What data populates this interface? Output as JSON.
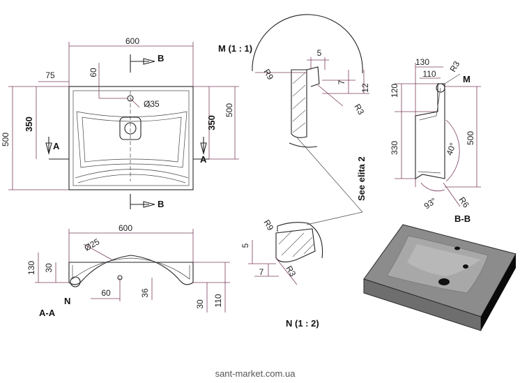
{
  "top_view": {
    "width": "600",
    "height": "500",
    "offset_left": "75",
    "hole_offset": "60",
    "hole_diameter": "Ø35",
    "half_depth_left": "350",
    "half_depth_right": "350",
    "depth_right": "500",
    "section_marker_a_left": "A",
    "section_marker_a_right": "A",
    "section_marker_b_top": "B",
    "section_marker_b_bottom": "B"
  },
  "section_aa": {
    "title": "A-A",
    "width": "600",
    "drain_diameter": "Ø25",
    "height_left": "130",
    "rim_left": "30",
    "drain_offset": "60",
    "drain_depth": "36",
    "rim_right": "30",
    "height_right": "110",
    "detail_marker": "N"
  },
  "detail_m": {
    "title": "M  (1 : 1)",
    "r_outer": "R9",
    "r_inner": "R3",
    "thickness": "5",
    "lip": "7",
    "height": "12"
  },
  "detail_n": {
    "title": "N  (1 : 2)",
    "r_outer": "R9",
    "r_inner": "R3",
    "step": "5",
    "lip": "7"
  },
  "section_bb": {
    "title": "B-B",
    "depth_top": "130",
    "depth_inner": "110",
    "radius_top": "R3",
    "detail_marker": "M",
    "height_top": "120",
    "height_mid": "330",
    "height_total": "500",
    "angle_wall": "40°",
    "angle_bottom": "93°",
    "radius_bottom": "R6"
  },
  "see_note": "See elita 2",
  "watermark": "sant-market.com.ua"
}
